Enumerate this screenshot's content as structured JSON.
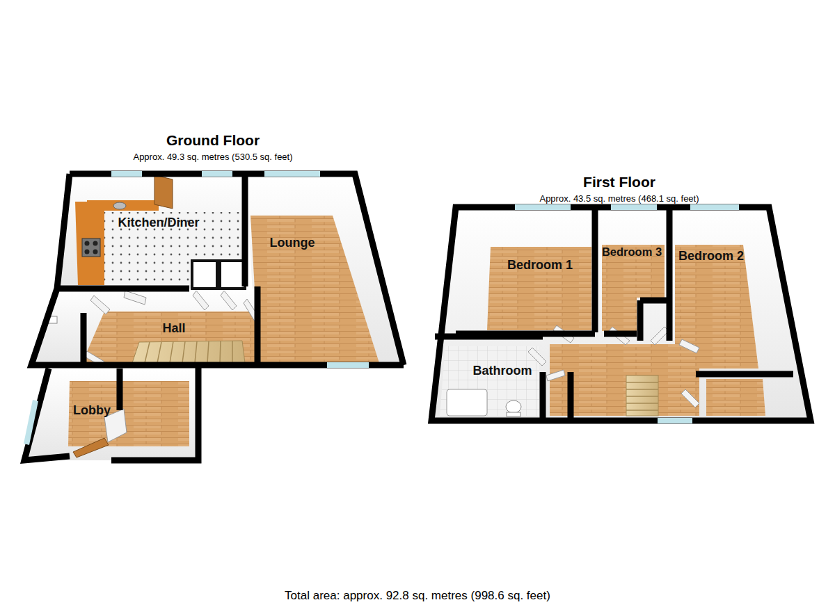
{
  "diagram": {
    "caption": "Total area: approx. 92.8 sq. metres (998.6 sq. feet)",
    "nodes": [
      {
        "text": [
          "Ground Floor",
          "Approx. 49.3 sq. metres (530.5 sq. feet)"
        ]
      },
      {
        "text": [
          "Kitchen/Diner"
        ],
        "in": 0
      },
      {
        "text": [
          "Lounge"
        ],
        "in": 0
      },
      {
        "text": [
          "Hall"
        ],
        "in": 0
      },
      {
        "text": [
          "Lobby"
        ],
        "in": 0
      },
      {
        "text": [
          "First Floor",
          "Approx. 43.5 sq. metres (468.1 sq. feet)"
        ]
      },
      {
        "text": [
          "Bedroom 1"
        ],
        "in": 5
      },
      {
        "text": [
          "Bedroom 3"
        ],
        "in": 5
      },
      {
        "text": [
          "Bedroom 2"
        ],
        "in": 5
      },
      {
        "text": [
          "Bathroom"
        ],
        "in": 5
      }
    ]
  }
}
